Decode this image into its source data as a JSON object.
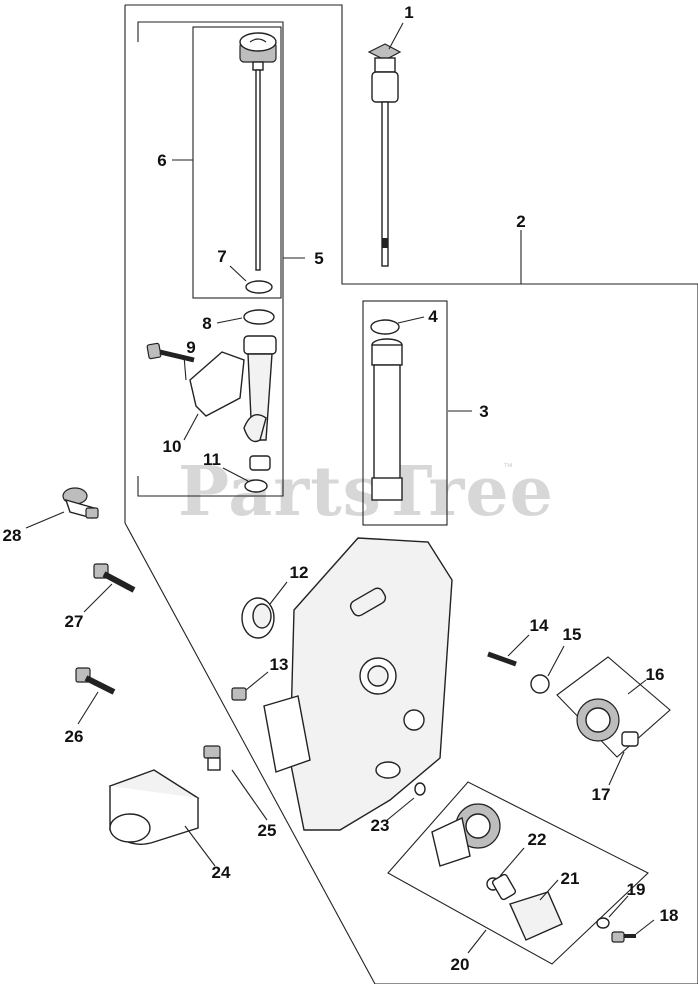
{
  "watermark": {
    "text": "PartsTree",
    "trademark": "™"
  },
  "callouts": [
    "1",
    "2",
    "3",
    "4",
    "5",
    "6",
    "7",
    "8",
    "9",
    "10",
    "11",
    "12",
    "13",
    "14",
    "15",
    "16",
    "17",
    "18",
    "19",
    "20",
    "21",
    "22",
    "23",
    "24",
    "25",
    "26",
    "27",
    "28"
  ]
}
